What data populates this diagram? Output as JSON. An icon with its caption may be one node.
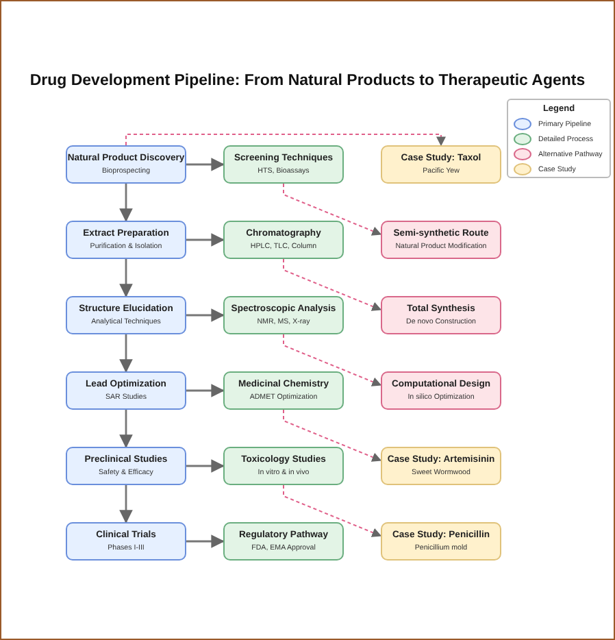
{
  "diagram": {
    "title": "Drug Development Pipeline: From Natural Products to Therapeutic Agents",
    "nodes": [
      {
        "text": [
          "Natural Product Discovery",
          "Bioprospecting"
        ]
      },
      {
        "text": [
          "Screening Techniques",
          "HTS, Bioassays"
        ]
      },
      {
        "text": [
          "Case Study: Taxol",
          "Pacific Yew"
        ]
      },
      {
        "text": [
          "Extract Preparation",
          "Purification & Isolation"
        ]
      },
      {
        "text": [
          "Chromatography",
          "HPLC, TLC, Column"
        ]
      },
      {
        "text": [
          "Semi-synthetic Route",
          "Natural Product Modification"
        ]
      },
      {
        "text": [
          "Structure Elucidation",
          "Analytical Techniques"
        ]
      },
      {
        "text": [
          "Spectroscopic Analysis",
          "NMR, MS, X-ray"
        ]
      },
      {
        "text": [
          "Total Synthesis",
          "De novo Construction"
        ]
      },
      {
        "text": [
          "Lead Optimization",
          "SAR Studies"
        ]
      },
      {
        "text": [
          "Medicinal Chemistry",
          "ADMET Optimization"
        ]
      },
      {
        "text": [
          "Computational Design",
          "In silico Optimization"
        ]
      },
      {
        "text": [
          "Preclinical Studies",
          "Safety & Efficacy"
        ]
      },
      {
        "text": [
          "Toxicology Studies",
          "In vitro & in vivo"
        ]
      },
      {
        "text": [
          "Case Study: Artemisinin",
          "Sweet Wormwood"
        ]
      },
      {
        "text": [
          "Clinical Trials",
          "Phases I-III"
        ]
      },
      {
        "text": [
          "Regulatory Pathway",
          "FDA, EMA Approval"
        ]
      },
      {
        "text": [
          "Case Study: Penicillin",
          "Penicillium mold"
        ]
      }
    ],
    "edges": [
      {
        "from": 0,
        "to": 3,
        "arrow": "to"
      },
      {
        "from": 3,
        "to": 6,
        "arrow": "to"
      },
      {
        "from": 6,
        "to": 9,
        "arrow": "to"
      },
      {
        "from": 9,
        "to": 12,
        "arrow": "to"
      },
      {
        "from": 12,
        "to": 15,
        "arrow": "to"
      },
      {
        "from": 0,
        "to": 1,
        "arrow": "to"
      },
      {
        "from": 3,
        "to": 4,
        "arrow": "to"
      },
      {
        "from": 6,
        "to": 7,
        "arrow": "to"
      },
      {
        "from": 9,
        "to": 10,
        "arrow": "to"
      },
      {
        "from": 12,
        "to": 13,
        "arrow": "to"
      },
      {
        "from": 15,
        "to": 16,
        "arrow": "to"
      },
      {
        "from": 0,
        "to": 2,
        "arrow": "to",
        "style": "dashed",
        "color": "#e0608a"
      },
      {
        "from": 1,
        "to": 5,
        "arrow": "to",
        "style": "dashed",
        "color": "#e0608a"
      },
      {
        "from": 4,
        "to": 8,
        "arrow": "to",
        "style": "dashed",
        "color": "#e0608a"
      },
      {
        "from": 7,
        "to": 11,
        "arrow": "to",
        "style": "dashed",
        "color": "#e0608a"
      },
      {
        "from": 10,
        "to": 14,
        "arrow": "to",
        "style": "dashed",
        "color": "#e0608a"
      },
      {
        "from": 13,
        "to": 17,
        "arrow": "to",
        "style": "dashed",
        "color": "#e0608a"
      }
    ],
    "labels": [
      "Legend"
    ],
    "legend": [
      {
        "text": "Primary Pipeline",
        "color": "#e6f0ff"
      },
      {
        "text": "Detailed Process",
        "color": "#e3f4e6"
      },
      {
        "text": "Alternative Pathway",
        "color": "#fde4e8"
      },
      {
        "text": "Case Study",
        "color": "#fff1cc"
      }
    ]
  }
}
